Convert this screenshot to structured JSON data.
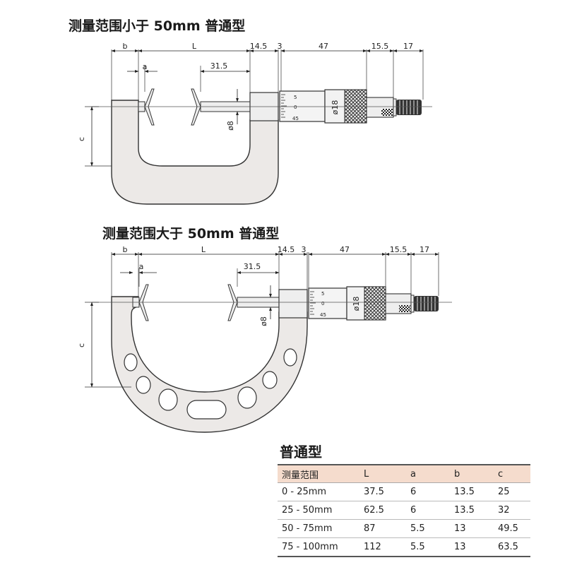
{
  "diagram_small": {
    "title": "测量范围小于 50mm 普通型",
    "dims": {
      "b": "b",
      "L": "L",
      "d145": "14.5",
      "d3": "3",
      "d47": "47",
      "d155": "15.5",
      "d17": "17",
      "a": "a",
      "d315": "31.5",
      "c": "c",
      "phi8": "ø8",
      "phi18": "ø18"
    },
    "scale": [
      "5",
      "0",
      "45"
    ]
  },
  "diagram_large": {
    "title": "测量范围大于 50mm 普通型",
    "dims": {
      "b": "b",
      "L": "L",
      "d145": "14.5",
      "d3": "3",
      "d47": "47",
      "d155": "15.5",
      "d17": "17",
      "a": "a",
      "d315": "31.5",
      "c": "c",
      "phi8": "ø8",
      "phi18": "ø18"
    },
    "scale": [
      "5",
      "0",
      "45"
    ]
  },
  "table": {
    "title": "普通型",
    "headers": [
      "测量范围",
      "L",
      "a",
      "b",
      "c"
    ],
    "rows": [
      [
        "0 - 25mm",
        "37.5",
        "6",
        "13.5",
        "25"
      ],
      [
        "25 - 50mm",
        "62.5",
        "6",
        "13.5",
        "32"
      ],
      [
        "50 - 75mm",
        "87",
        "5.5",
        "13",
        "49.5"
      ],
      [
        "75 - 100mm",
        "112",
        "5.5",
        "13",
        "63.5"
      ]
    ],
    "header_color": "#f5dccd"
  }
}
